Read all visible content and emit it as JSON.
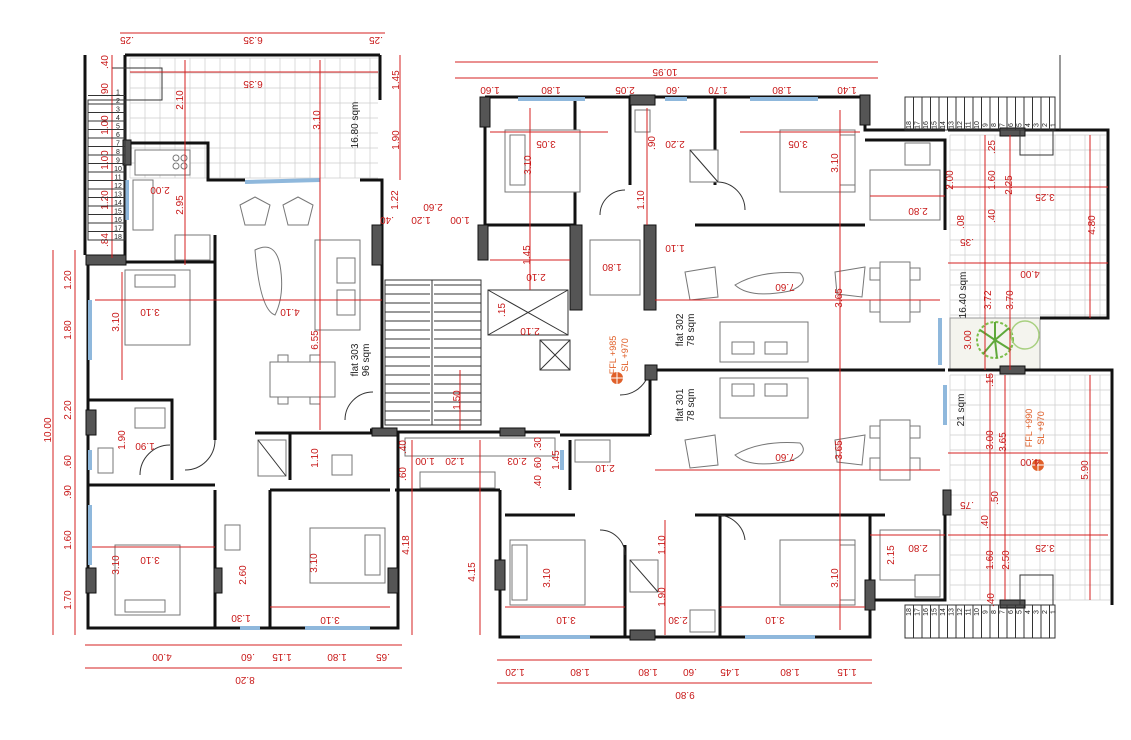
{
  "plan": {
    "rooms": {
      "flat_303": "flat 303",
      "flat_303_area": "96 sqm",
      "flat_302": "flat 302",
      "flat_302_area": "78 sqm",
      "flat_301": "flat 301",
      "flat_301_area": "78 sqm",
      "balcony_303_area": "16.80 sqm",
      "terrace_302_area": "16.40 sqm",
      "terrace_301_area": "21 sqm"
    },
    "levels": {
      "flat_302_ffl": "FFL +985",
      "flat_302_sl": "SL +970",
      "terrace_ffl": "FFL +990",
      "terrace_sl": "SL +970"
    },
    "colors": {
      "walls": "#111111",
      "dimensions": "#d42020",
      "windows": "#8fb8dc",
      "level_marker": "#e0602a",
      "planter": "#7cbf4a"
    },
    "dimensions": [
      ".25",
      "6.35",
      ".25",
      "6.35",
      ".40",
      ".90",
      "1.00",
      "1.00",
      "1.20",
      ".84",
      "2.10",
      "3.10",
      "1.45",
      "1.90",
      "2.00",
      "2.95",
      "1.22",
      "2.60",
      ".40",
      "1.20",
      "1.00",
      "3.10",
      "4.10",
      "3.10",
      "6.55",
      "10.00",
      "1.20",
      "1.80",
      "2.20",
      ".60",
      ".90",
      "1.60",
      "1.70",
      "1.90",
      "1.90",
      "1.10",
      "3.10",
      "3.10",
      "2.60",
      "1.30",
      "3.10",
      "3.10",
      "4.18",
      "4.15",
      "1.50",
      "4.00",
      ".60",
      "1.15",
      "1.80",
      ".65",
      "8.20",
      "10.95",
      "1.60",
      "1.80",
      "2.05",
      ".60",
      "1.70",
      "1.80",
      "1.40",
      "3.05",
      "3.10",
      ".90",
      "2.20",
      "3.05",
      "3.10",
      "1.10",
      "1.10",
      "1.45",
      "2.10",
      "1.80",
      ".15",
      "2.10",
      "7.60",
      "3.65",
      "2.00",
      "2.80",
      ".25",
      "1.60",
      "2.25",
      "3.25",
      "4.80",
      ".40",
      ".08",
      ".35",
      "4.00",
      "3.72",
      "3.70",
      "3.00",
      ".15",
      "7.60",
      "3.65",
      "3.00",
      "3.65",
      "4.00",
      "5.90",
      ".75",
      ".40",
      ".50",
      "2.80",
      "2.15",
      "3.25",
      "1.60",
      "2.50",
      ".40",
      ".40",
      "1.00",
      "1.20",
      "2.03",
      ".60",
      ".40",
      ".60",
      ".30",
      "1.45",
      "2.10",
      "3.10",
      "3.10",
      "1.10",
      "1.90",
      "2.30",
      "3.10",
      "3.10",
      "1.20",
      "1.80",
      "1.80",
      ".60",
      "1.45",
      "1.80",
      "1.15",
      "9.80"
    ],
    "stair_numbers": [
      "1",
      "2",
      "3",
      "4",
      "5",
      "6",
      "7",
      "8",
      "9",
      "10",
      "11",
      "12",
      "13",
      "14",
      "15",
      "16",
      "17",
      "18"
    ]
  }
}
